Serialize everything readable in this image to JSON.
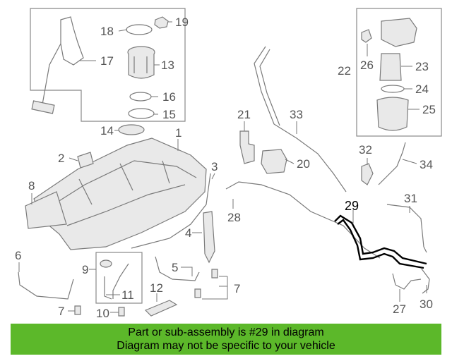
{
  "callouts": {
    "c1": "1",
    "c2": "2",
    "c3": "3",
    "c4": "4",
    "c5": "5",
    "c6": "6",
    "c7a": "7",
    "c7b": "7",
    "c8": "8",
    "c9": "9",
    "c10": "10",
    "c11": "11",
    "c12": "12",
    "c13": "13",
    "c14": "14",
    "c15": "15",
    "c16": "16",
    "c17": "17",
    "c18": "18",
    "c19": "19",
    "c20": "20",
    "c21": "21",
    "c22": "22",
    "c23": "23",
    "c24": "24",
    "c25": "25",
    "c26": "26",
    "c27": "27",
    "c28": "28",
    "c29": "29",
    "c30": "30",
    "c31": "31",
    "c32": "32",
    "c33": "33",
    "c34": "34"
  },
  "banner": {
    "line1": "Part or sub-assembly is #29 in diagram",
    "line2": "Diagram may not be specific to your vehicle",
    "color": "#5cb82a"
  },
  "highlighted_part": "29"
}
